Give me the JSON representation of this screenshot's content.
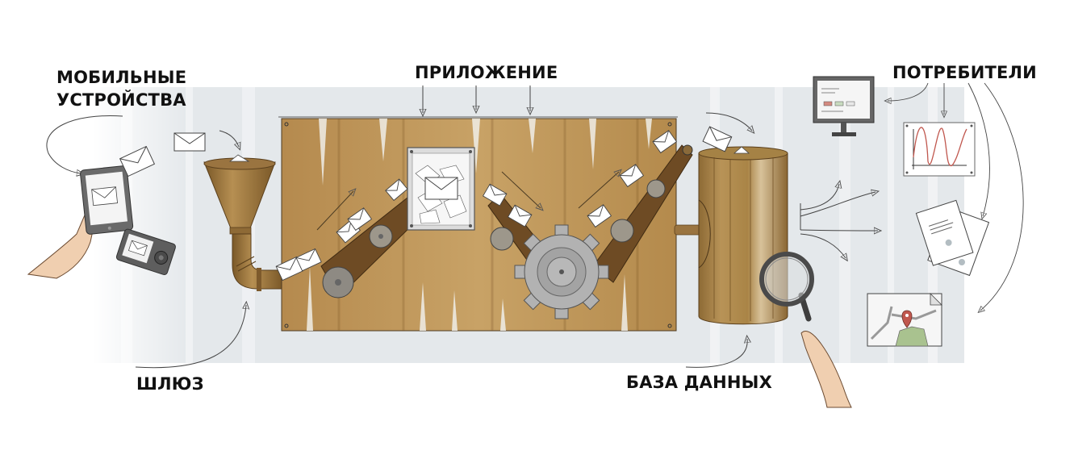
{
  "diagram": {
    "title": "Data flow: mobile devices → gateway → application → database → consumers",
    "colors": {
      "panel_bg": "#e6e9ec",
      "panel_stripe": "#f4f5f6",
      "wood_light": "#c9a467",
      "wood_mid": "#b48a4c",
      "wood_dark": "#7d5a2c",
      "belt": "#6e4b24",
      "gear_grey": "#a8a8a8",
      "gear_dark": "#8d8d8d",
      "envelope": "#ffffff",
      "ink": "#333333",
      "accent_red": "#c0574e",
      "map_green": "#a9c28f",
      "skin": "#f0cfb0"
    },
    "labels": {
      "mobile_line1": "МОБИЛЬНЫЕ",
      "mobile_line2": "УСТРОЙСТВА",
      "application": "ПРИЛОЖЕНИЕ",
      "consumers": "ПОТРЕБИТЕЛИ",
      "gateway": "ШЛЮЗ",
      "database": "БАЗА ДАННЫХ"
    },
    "nodes": [
      {
        "id": "mobile-devices",
        "label": "МОБИЛЬНЫЕ УСТРОЙСТВА",
        "icons": [
          "tablet-icon",
          "camera-phone-icon",
          "hand-icon"
        ]
      },
      {
        "id": "gateway",
        "label": "ШЛЮЗ",
        "icons": [
          "funnel-icon",
          "pipe-icon"
        ]
      },
      {
        "id": "application",
        "label": "ПРИЛОЖЕНИЕ",
        "icons": [
          "conveyor-belt-icon",
          "gear-icon",
          "envelope-box-icon"
        ]
      },
      {
        "id": "database",
        "label": "БАЗА ДАННЫХ",
        "icons": [
          "cylinder-tank-icon",
          "magnifier-icon"
        ]
      },
      {
        "id": "consumers",
        "label": "ПОТРЕБИТЕЛИ",
        "icons": [
          "monitor-icon",
          "line-chart-icon",
          "documents-icon",
          "map-pin-icon"
        ]
      }
    ],
    "flow": [
      "mobile-devices",
      "gateway",
      "application",
      "database",
      "consumers"
    ]
  }
}
